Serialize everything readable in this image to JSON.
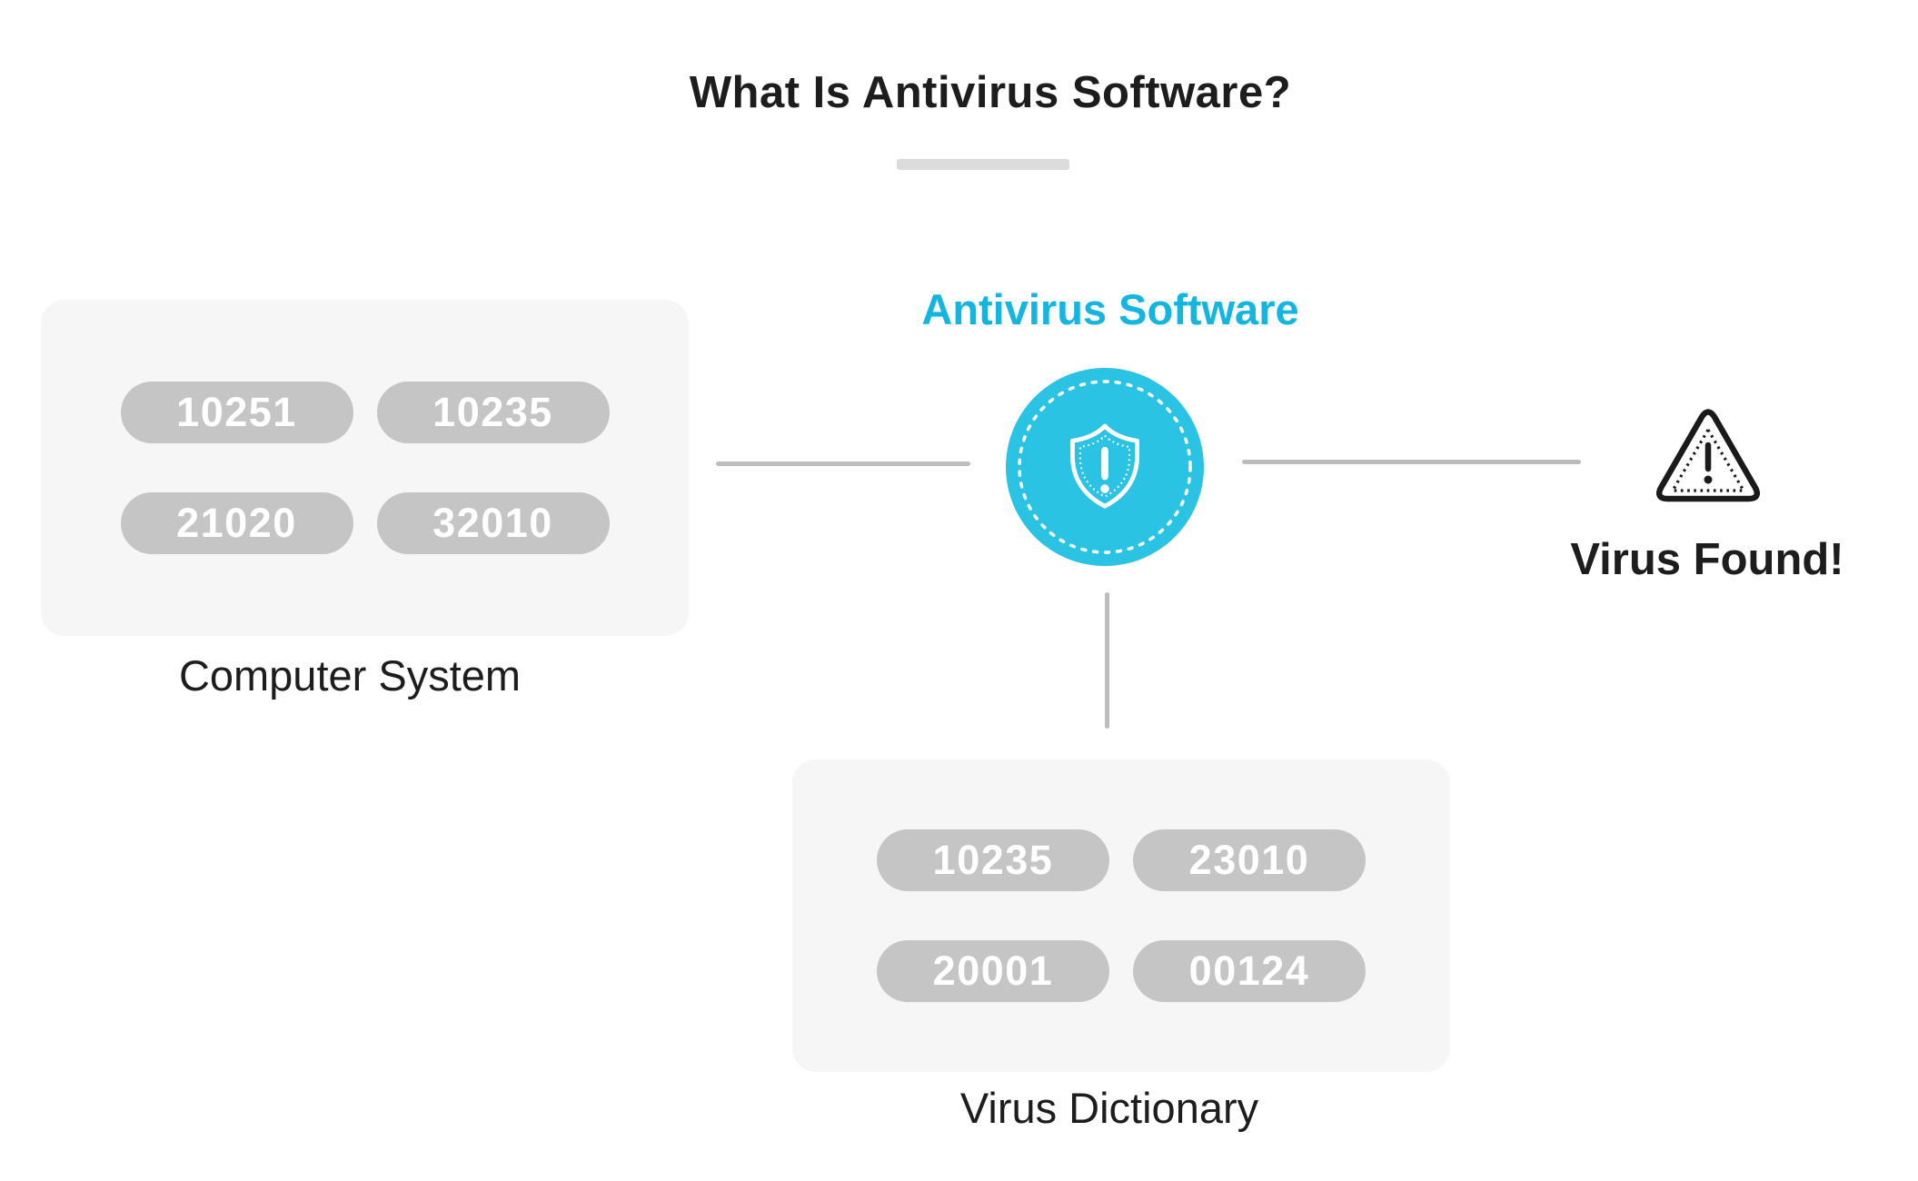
{
  "page": {
    "title": "What Is Antivirus Software?"
  },
  "colors": {
    "accent_cyan": "#14b6e0",
    "circle_cyan": "#2bc3e4",
    "pill_gray": "#c5c5c5",
    "panel_gray": "#f6f6f6",
    "line_gray": "#bcbcbc",
    "underline_gray": "#dcdcdc",
    "text_dark": "#1d1d1d",
    "pill_text": "#ffffff"
  },
  "computer_system": {
    "label": "Computer System",
    "codes": [
      "10251",
      "10235",
      "21020",
      "32010"
    ]
  },
  "antivirus": {
    "label": "Antivirus Software",
    "icon": "shield-exclamation-icon"
  },
  "virus_found": {
    "label": "Virus Found!",
    "icon": "warning-triangle-icon"
  },
  "virus_dictionary": {
    "label": "Virus Dictionary",
    "codes": [
      "10235",
      "23010",
      "20001",
      "00124"
    ]
  }
}
